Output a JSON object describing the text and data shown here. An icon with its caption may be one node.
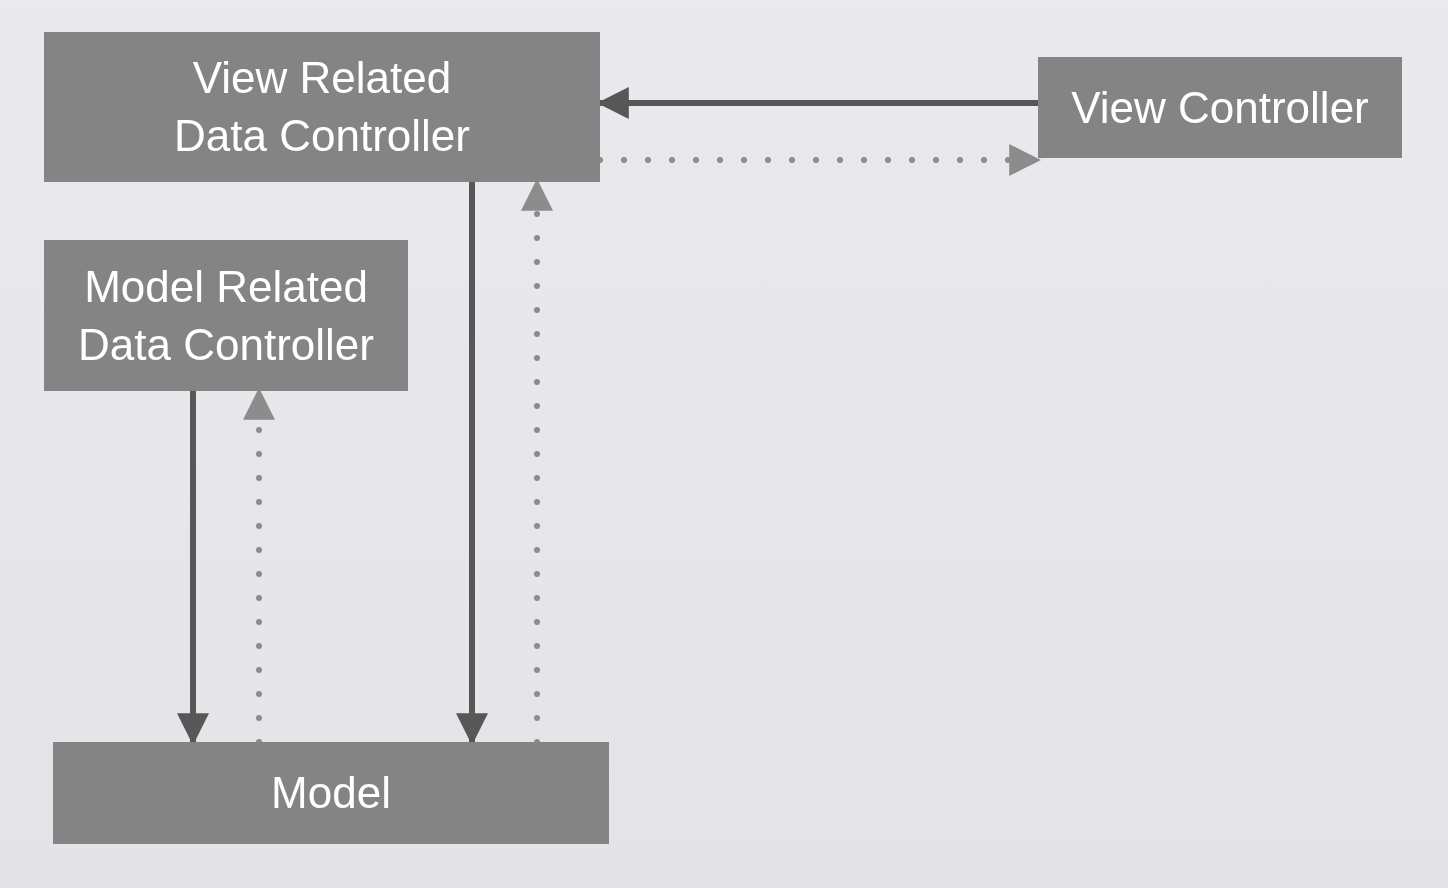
{
  "diagram": {
    "nodes": [
      {
        "text": [
          "View Related Data Controller"
        ]
      },
      {
        "text": [
          "View Controller"
        ]
      },
      {
        "text": [
          "Model Related Data Controller"
        ]
      },
      {
        "text": [
          "Model"
        ]
      }
    ],
    "edges": [
      {
        "from": 1,
        "to": 0,
        "arrow": "to"
      },
      {
        "from": 0,
        "to": 1,
        "arrow": "to",
        "style": "dashed",
        "color": "#8c8c8c"
      },
      {
        "from": 0,
        "to": 3,
        "arrow": "to"
      },
      {
        "from": 3,
        "to": 0,
        "arrow": "to",
        "style": "dashed",
        "color": "#8c8c8c"
      },
      {
        "from": 2,
        "to": 3,
        "arrow": "to"
      },
      {
        "from": 3,
        "to": 2,
        "arrow": "to",
        "style": "dashed",
        "color": "#8c8c8c"
      }
    ]
  }
}
